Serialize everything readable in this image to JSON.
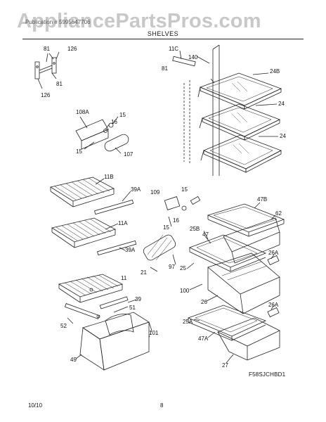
{
  "header": {
    "watermark": "AppliancePartsPros.com",
    "subheading": "Publication # 5995547706",
    "title": "SHELVES"
  },
  "diagram_code": "F58SJCHBD1",
  "footer": {
    "date": "10/10",
    "page": "8"
  },
  "callouts": {
    "p81a": "81",
    "p126a": "126",
    "p81b": "81",
    "p126b": "126",
    "p11c": "11C",
    "p140": "140",
    "p81c": "81",
    "p24b": "24B",
    "p24a": "24",
    "p24c": "24",
    "p108a": "108A",
    "p15a": "15",
    "p16a": "16",
    "p15b": "15",
    "p107": "107",
    "p11b": "11B",
    "p39a_1": "39A",
    "p11a": "11A",
    "p39a_2": "39A",
    "p109": "109",
    "p15c": "15",
    "p16b": "16",
    "p15d": "15",
    "p97": "97",
    "p21": "21",
    "p47b": "47B",
    "p62": "62",
    "p25b": "25B",
    "p47": "47",
    "p26a_1": "26A",
    "p25": "25",
    "p11": "11",
    "p39": "39",
    "p51": "51",
    "p52": "52",
    "p101": "101",
    "p49": "49",
    "p100": "100",
    "p26": "26",
    "p26a_2": "26A",
    "p25a": "25A",
    "p47a": "47A",
    "p27": "27"
  }
}
